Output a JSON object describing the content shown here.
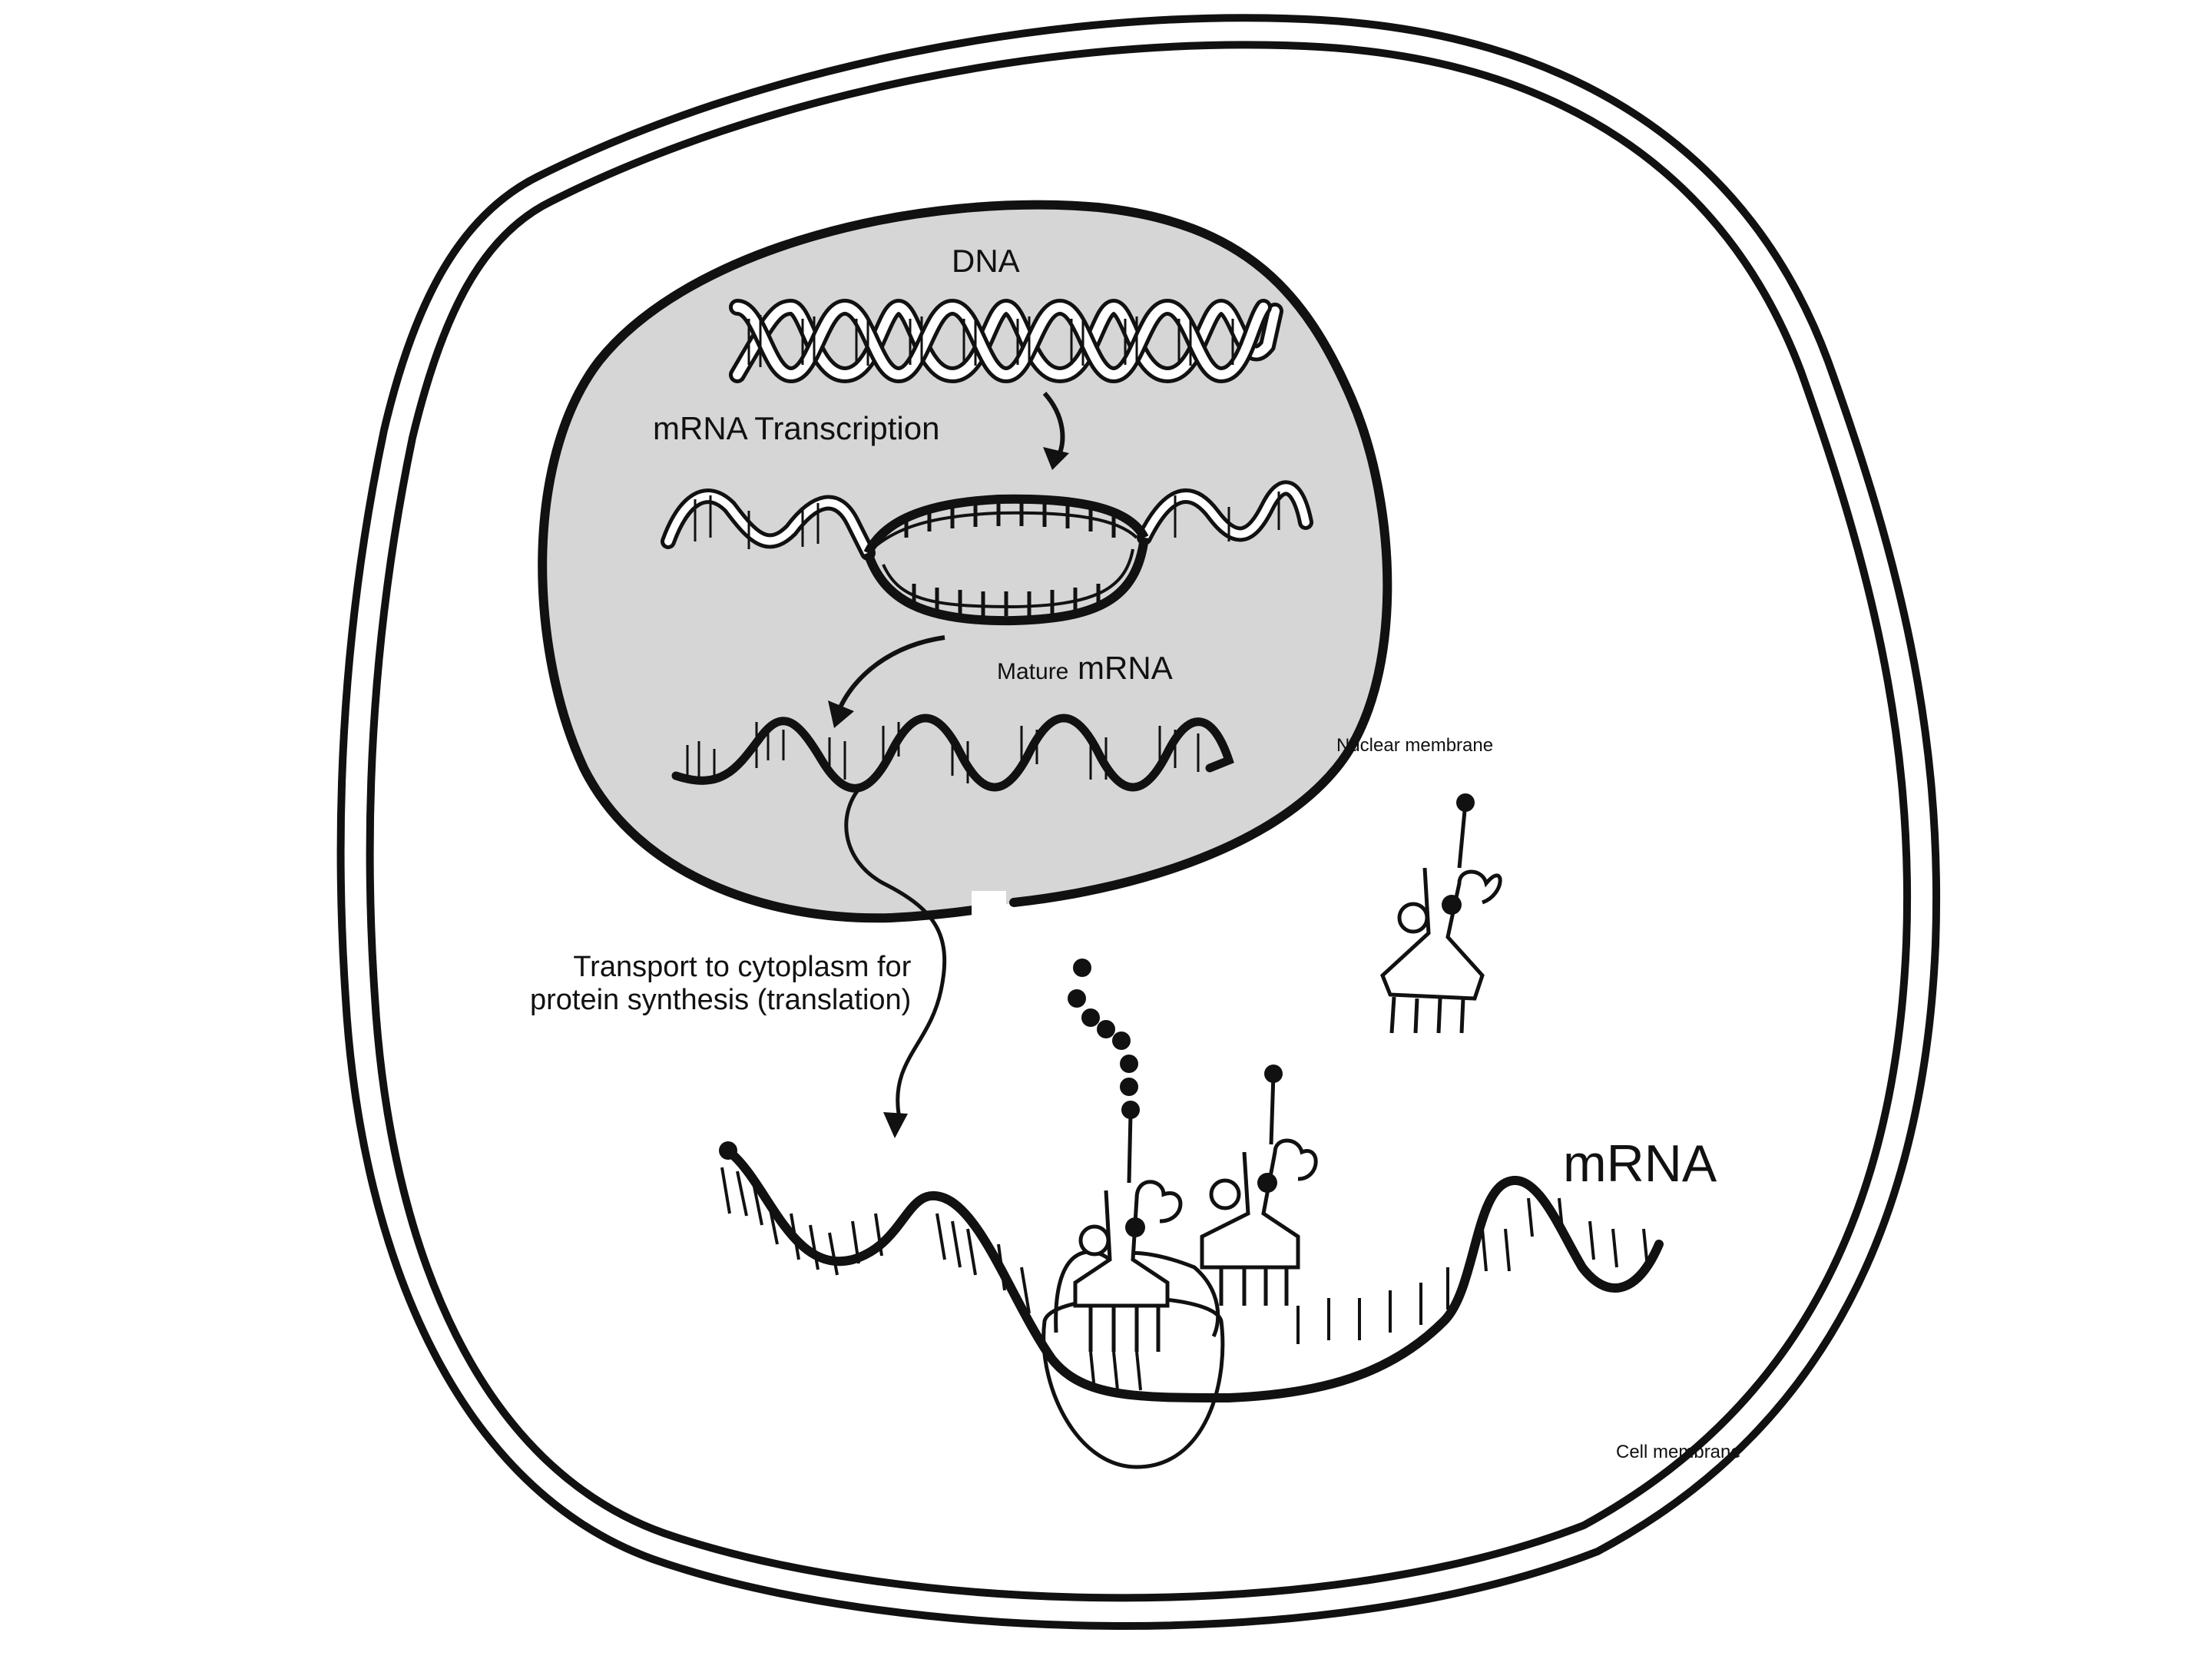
{
  "labels": {
    "dna": "DNA",
    "transcription": "mRNA Transcription",
    "mature_prefix": "Mature",
    "mature_suffix": "mRNA",
    "nuclear_membrane": "Nuclear membrane",
    "transport_line1": "Transport to cytoplasm for",
    "transport_line2": "protein synthesis (translation)",
    "mrna": "mRNA",
    "cell_membrane": "Cell membrane"
  },
  "colors": {
    "ink": "#111111",
    "nucleus_fill": "#d6d6d6",
    "background": "#ffffff"
  }
}
